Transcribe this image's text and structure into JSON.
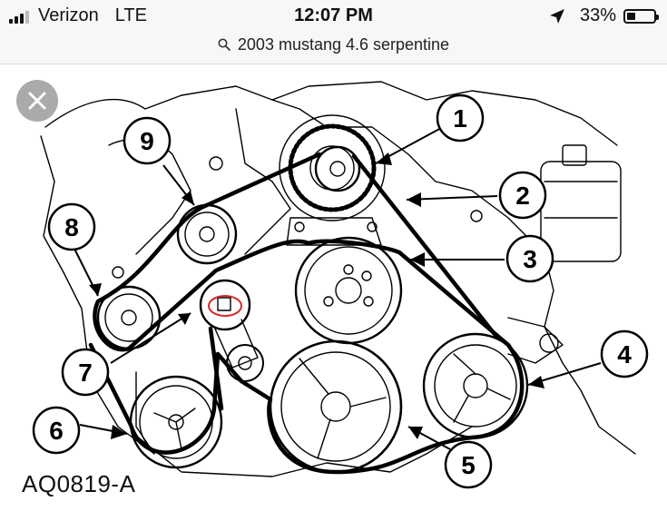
{
  "status_bar": {
    "carrier": "Verizon",
    "network": "LTE",
    "time": "12:07 PM",
    "battery_percent": "33%",
    "battery_level": 0.33,
    "signal_bars": 3,
    "icons": [
      "signal-icon",
      "location-arrow-icon",
      "battery-icon"
    ]
  },
  "search": {
    "query": "2003 mustang 4.6 serpentine",
    "icon": "search-icon"
  },
  "close": {
    "icon": "close-icon"
  },
  "diagram": {
    "callouts": [
      "1",
      "2",
      "3",
      "4",
      "5",
      "6",
      "7",
      "8",
      "9"
    ],
    "figure_code": "AQ0819-A"
  },
  "colors": {
    "bar_background": "#f7f7f7",
    "line_art": "#000000",
    "highlight": "#d62828",
    "close_button": "#9c9c9c"
  }
}
